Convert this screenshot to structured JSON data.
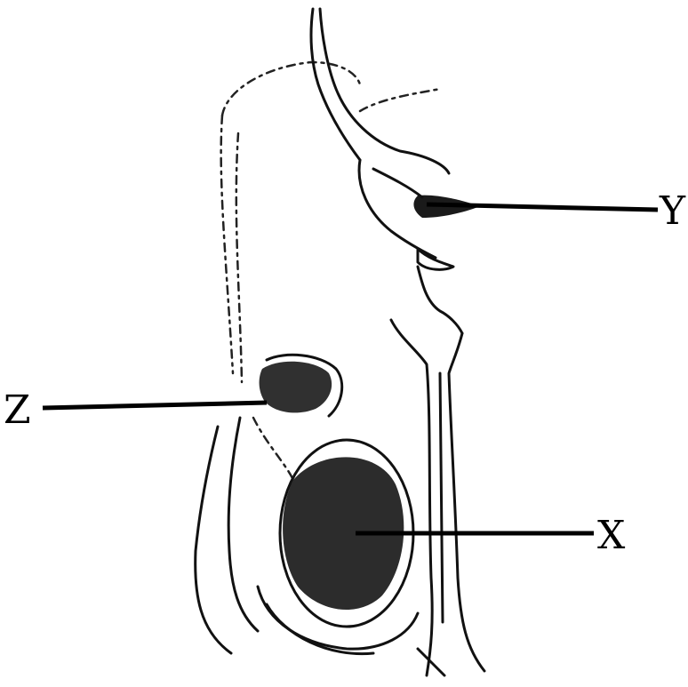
{
  "labels": {
    "y": "Y",
    "z": "Z",
    "x": "X"
  },
  "colors": {
    "ink": "#111111",
    "background": "#ffffff"
  }
}
